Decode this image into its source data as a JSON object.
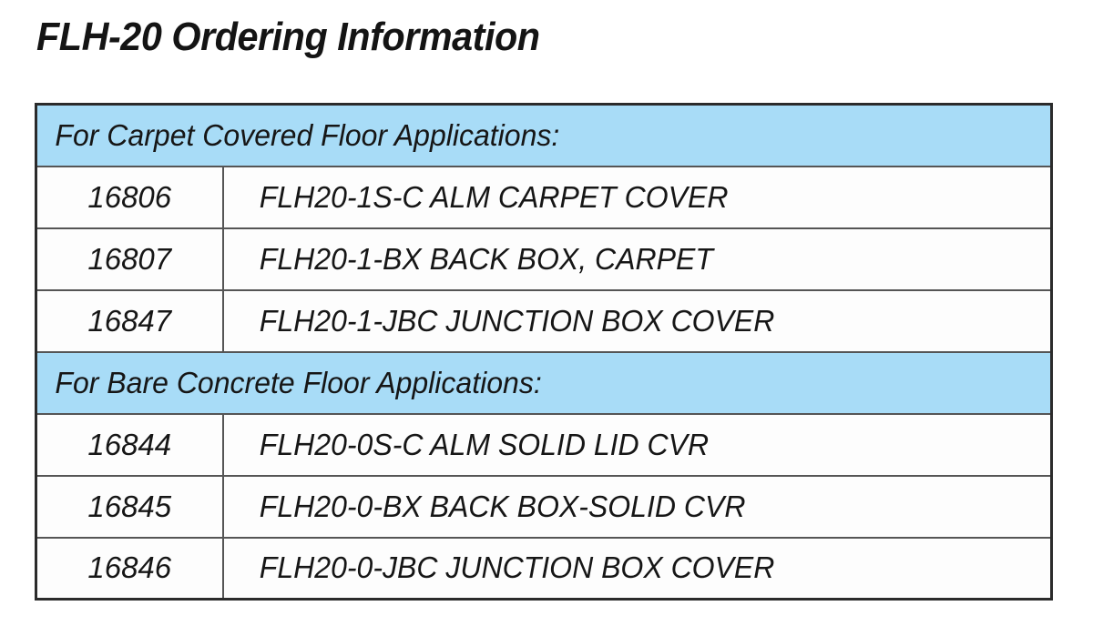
{
  "document": {
    "title": "FLH-20 Ordering Information"
  },
  "colors": {
    "section_header_background": "#a8dcf7",
    "table_border": "#2b2b2b",
    "cell_border": "#555555",
    "text": "#161616",
    "page_background": "#ffffff"
  },
  "table": {
    "columns": [
      "part_number",
      "description"
    ],
    "sections": [
      {
        "heading": "For Carpet Covered Floor Applications:",
        "rows": [
          {
            "part_number": "16806",
            "description": "FLH20-1S-C ALM CARPET COVER"
          },
          {
            "part_number": "16807",
            "description": "FLH20-1-BX BACK BOX, CARPET"
          },
          {
            "part_number": "16847",
            "description": "FLH20-1-JBC JUNCTION BOX COVER"
          }
        ]
      },
      {
        "heading": "For Bare Concrete Floor Applications:",
        "rows": [
          {
            "part_number": "16844",
            "description": "FLH20-0S-C ALM SOLID LID CVR"
          },
          {
            "part_number": "16845",
            "description": "FLH20-0-BX BACK BOX-SOLID CVR"
          },
          {
            "part_number": "16846",
            "description": "FLH20-0-JBC JUNCTION BOX COVER"
          }
        ]
      }
    ]
  }
}
